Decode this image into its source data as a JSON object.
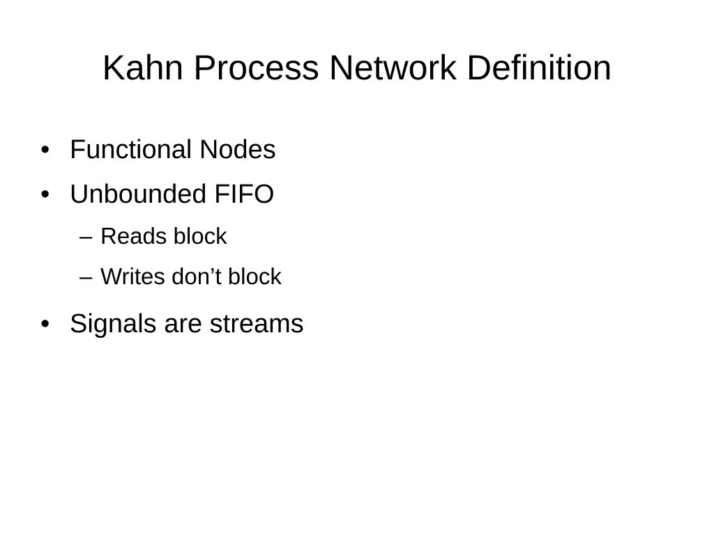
{
  "slide": {
    "title": "Kahn Process Network Definition",
    "bullets": [
      {
        "marker": "•",
        "text": "Functional Nodes"
      },
      {
        "marker": "•",
        "text": "Unbounded FIFO"
      },
      {
        "marker": "–",
        "text": "Reads block"
      },
      {
        "marker": "–",
        "text": "Writes don’t block"
      },
      {
        "marker": "•",
        "text": "Signals are streams"
      }
    ]
  }
}
